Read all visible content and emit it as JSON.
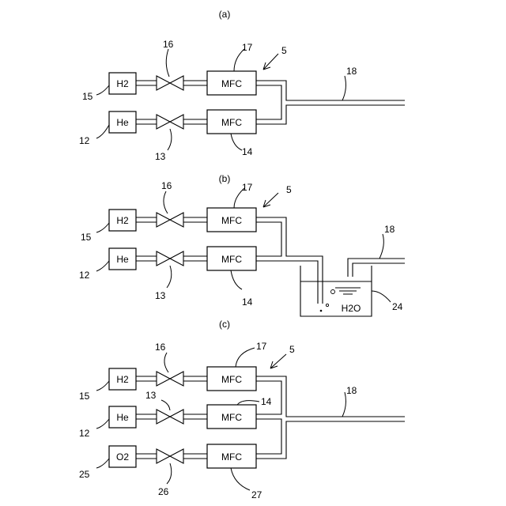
{
  "panels": [
    {
      "label": "(a)",
      "system_ref": "5",
      "outlet_ref": "18",
      "lines": [
        {
          "gas": "H2",
          "gas_ref": "15",
          "valve_ref": "16",
          "mfc": "MFC",
          "mfc_ref": "17"
        },
        {
          "gas": "He",
          "gas_ref": "12",
          "valve_ref": "13",
          "mfc": "MFC",
          "mfc_ref": "14"
        }
      ]
    },
    {
      "label": "(b)",
      "system_ref": "5",
      "outlet_ref": "18",
      "tank_content": "H2O",
      "tank_ref": "24",
      "lines": [
        {
          "gas": "H2",
          "gas_ref": "15",
          "valve_ref": "16",
          "mfc": "MFC",
          "mfc_ref": "17"
        },
        {
          "gas": "He",
          "gas_ref": "12",
          "valve_ref": "13",
          "mfc": "MFC",
          "mfc_ref": "14"
        }
      ]
    },
    {
      "label": "(c)",
      "system_ref": "5",
      "outlet_ref": "18",
      "lines": [
        {
          "gas": "H2",
          "gas_ref": "15",
          "valve_ref": "16",
          "mfc": "MFC",
          "mfc_ref": "17"
        },
        {
          "gas": "He",
          "gas_ref": "12",
          "valve_ref": "13",
          "mfc": "MFC",
          "mfc_ref": "14"
        },
        {
          "gas": "O2",
          "gas_ref": "25",
          "valve_ref": "26",
          "mfc": "MFC",
          "mfc_ref": "27"
        }
      ]
    }
  ]
}
